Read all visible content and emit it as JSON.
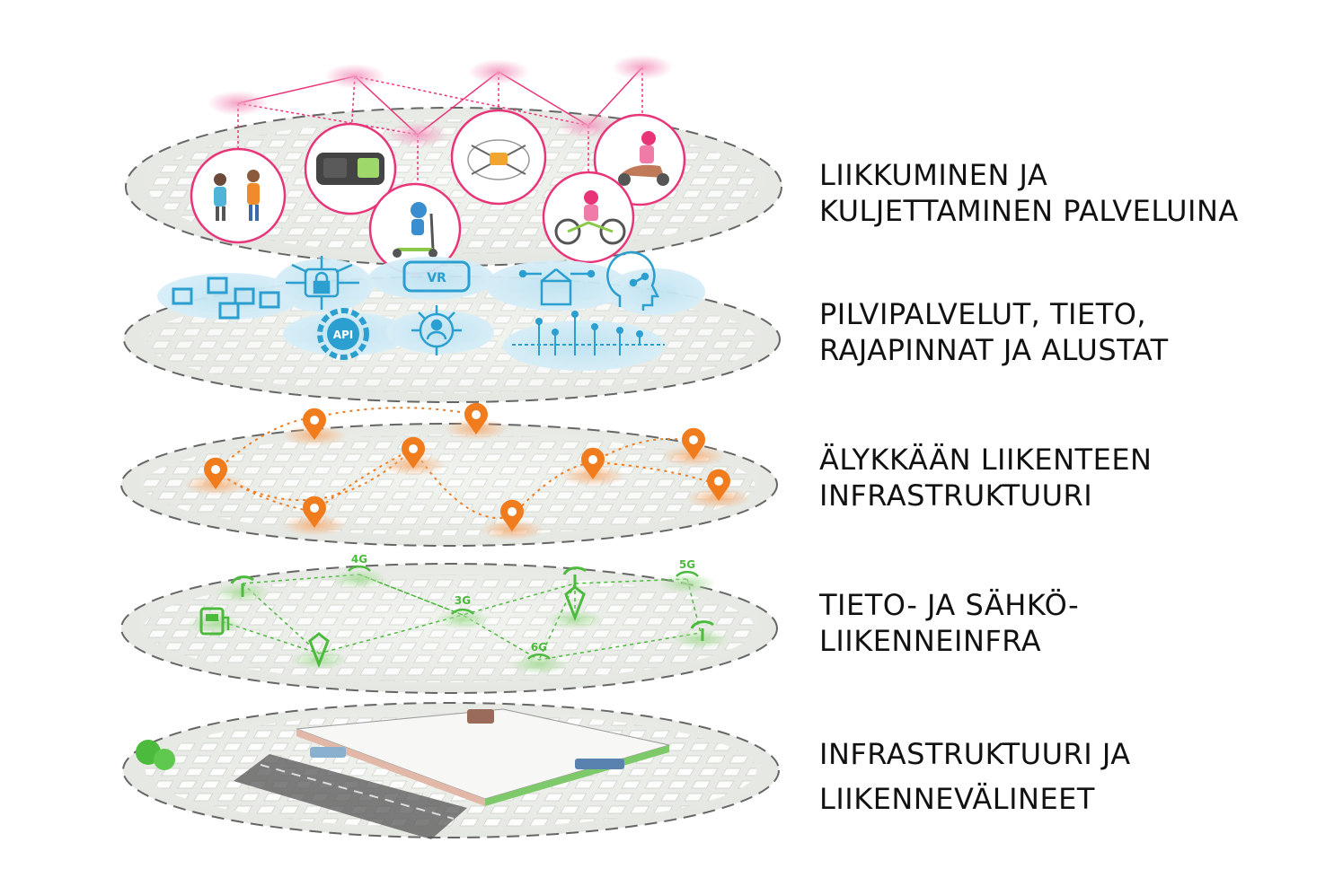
{
  "layers": [
    {
      "id": "mobility-services",
      "label": "LIIKKUMINEN JA\nKULJETTAMINEN PALVELUINA",
      "color": "#e8357a"
    },
    {
      "id": "cloud-data",
      "label": "PILVIPALVELUT, TIETO,\nRAJAPINNAT JA ALUSTAT",
      "color": "#2a9fd0",
      "icon_texts": [
        "VR",
        "API"
      ]
    },
    {
      "id": "smart-traffic",
      "label": "ÄLYKKÄÄN LIIKENTEEN\nINFRASTRUKTUURI",
      "color": "#f07c1e"
    },
    {
      "id": "data-electric",
      "label": "TIETO- JA SÄHKÖ-\nLIIKENNEINFRA",
      "color": "#4cba3c",
      "icon_texts": [
        "4G",
        "5G",
        "3G",
        "6G"
      ]
    },
    {
      "id": "physical-infra",
      "label": "INFRASTRUKTUURI JA\nLIIKENNEVÄLINEET",
      "color": "#3f9e35"
    }
  ]
}
